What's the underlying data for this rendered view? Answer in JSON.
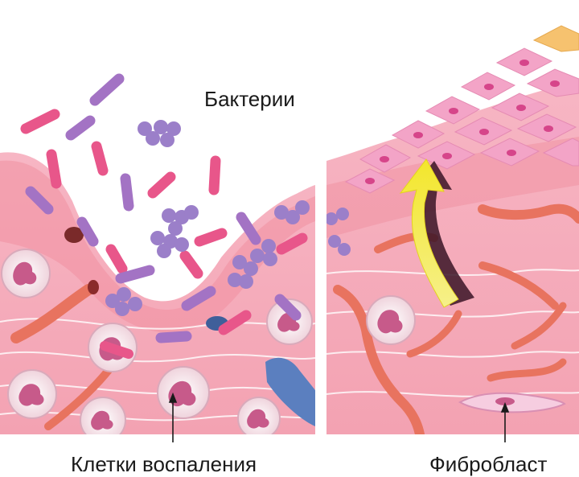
{
  "labels": {
    "bacteria": "Бактерии",
    "inflammation_cells": "Клетки воспаления",
    "fibroblast": "Фибробласт"
  },
  "colors": {
    "tissue_light": "#f7c3cf",
    "tissue_mid": "#f29aa8",
    "tissue_dark": "#e77f8f",
    "rod_bacteria": "#e8568a",
    "rod_bacteria_purple": "#a373c4",
    "cocci": "#9b7fc9",
    "vessel": "#e8735f",
    "epithelium": "#f3a4c7",
    "arrow": "#f7f13b",
    "text": "#1a1a1a"
  },
  "icons": [
    "rod-bacterium-icon",
    "coccus-cluster-icon",
    "inflammatory-cell-icon",
    "fibroblast-icon",
    "blood-vessel-icon",
    "epithelial-cell-icon",
    "migration-arrow-icon"
  ]
}
